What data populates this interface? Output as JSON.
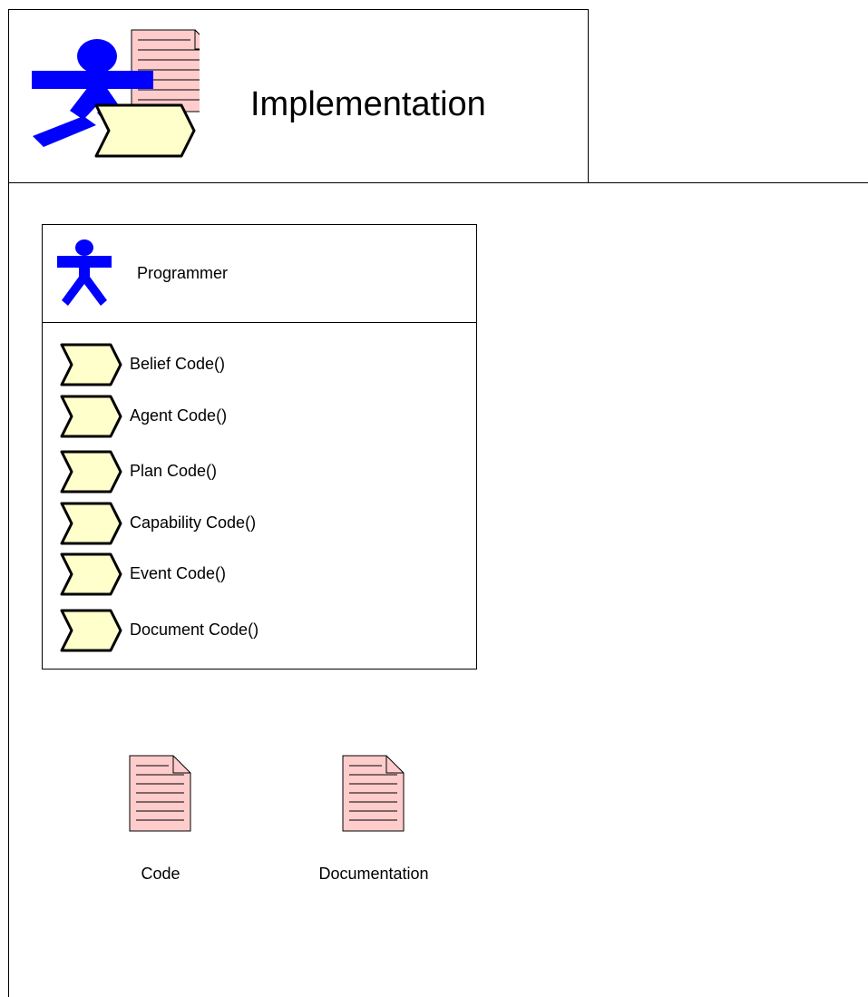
{
  "header": {
    "title": "Implementation",
    "icon": "worker-with-document-and-activity-icon"
  },
  "role": {
    "name": "Programmer",
    "icon": "stick-figure-icon",
    "activities": [
      {
        "label": "Belief Code()",
        "icon": "activity-chevron-icon"
      },
      {
        "label": "Agent Code()",
        "icon": "activity-chevron-icon"
      },
      {
        "label": "Plan Code()",
        "icon": "activity-chevron-icon"
      },
      {
        "label": "Capability Code()",
        "icon": "activity-chevron-icon"
      },
      {
        "label": "Event Code()",
        "icon": "activity-chevron-icon"
      },
      {
        "label": "Document Code()",
        "icon": "activity-chevron-icon"
      }
    ]
  },
  "artifacts": [
    {
      "label": "Code",
      "icon": "document-icon"
    },
    {
      "label": "Documentation",
      "icon": "document-icon"
    }
  ],
  "colors": {
    "figure_blue": "#0000ff",
    "document_pink": "#ffcccc",
    "activity_yellow": "#ffffcc",
    "line_black": "#000000"
  }
}
